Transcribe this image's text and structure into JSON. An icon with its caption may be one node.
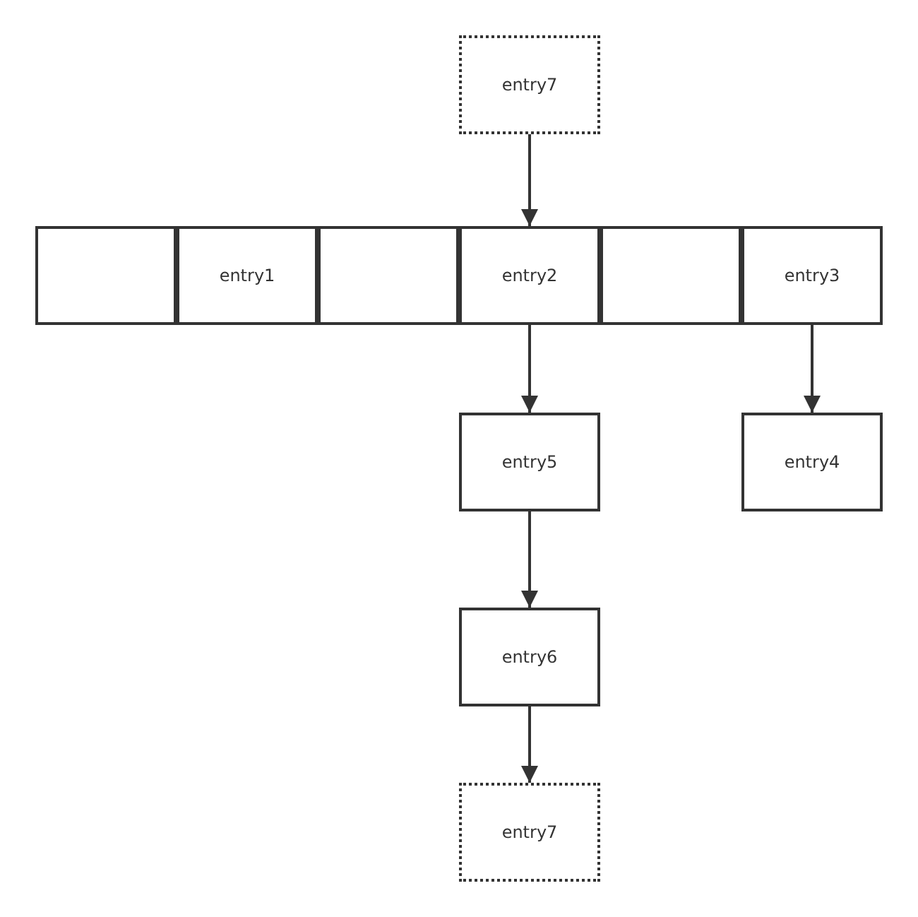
{
  "diagram": {
    "nodes": [
      {
        "text": [
          "entry7"
        ]
      },
      {
        "text": [],
        "shape": "box"
      },
      {
        "text": [
          "entry1"
        ]
      },
      {
        "text": [],
        "shape": "box"
      },
      {
        "text": [
          "entry2"
        ]
      },
      {
        "text": [],
        "shape": "box"
      },
      {
        "text": [
          "entry3"
        ]
      },
      {
        "text": [
          "entry5"
        ]
      },
      {
        "text": [
          "entry4"
        ]
      },
      {
        "text": [
          "entry6"
        ]
      },
      {
        "text": [
          "entry7"
        ]
      }
    ],
    "edges": [
      {
        "from": 0,
        "to": 4,
        "arrow": "to"
      },
      {
        "from": 4,
        "to": 7,
        "arrow": "to"
      },
      {
        "from": 6,
        "to": 8,
        "arrow": "to"
      },
      {
        "from": 7,
        "to": 9,
        "arrow": "to"
      },
      {
        "from": 9,
        "to": 10,
        "arrow": "to"
      }
    ]
  }
}
